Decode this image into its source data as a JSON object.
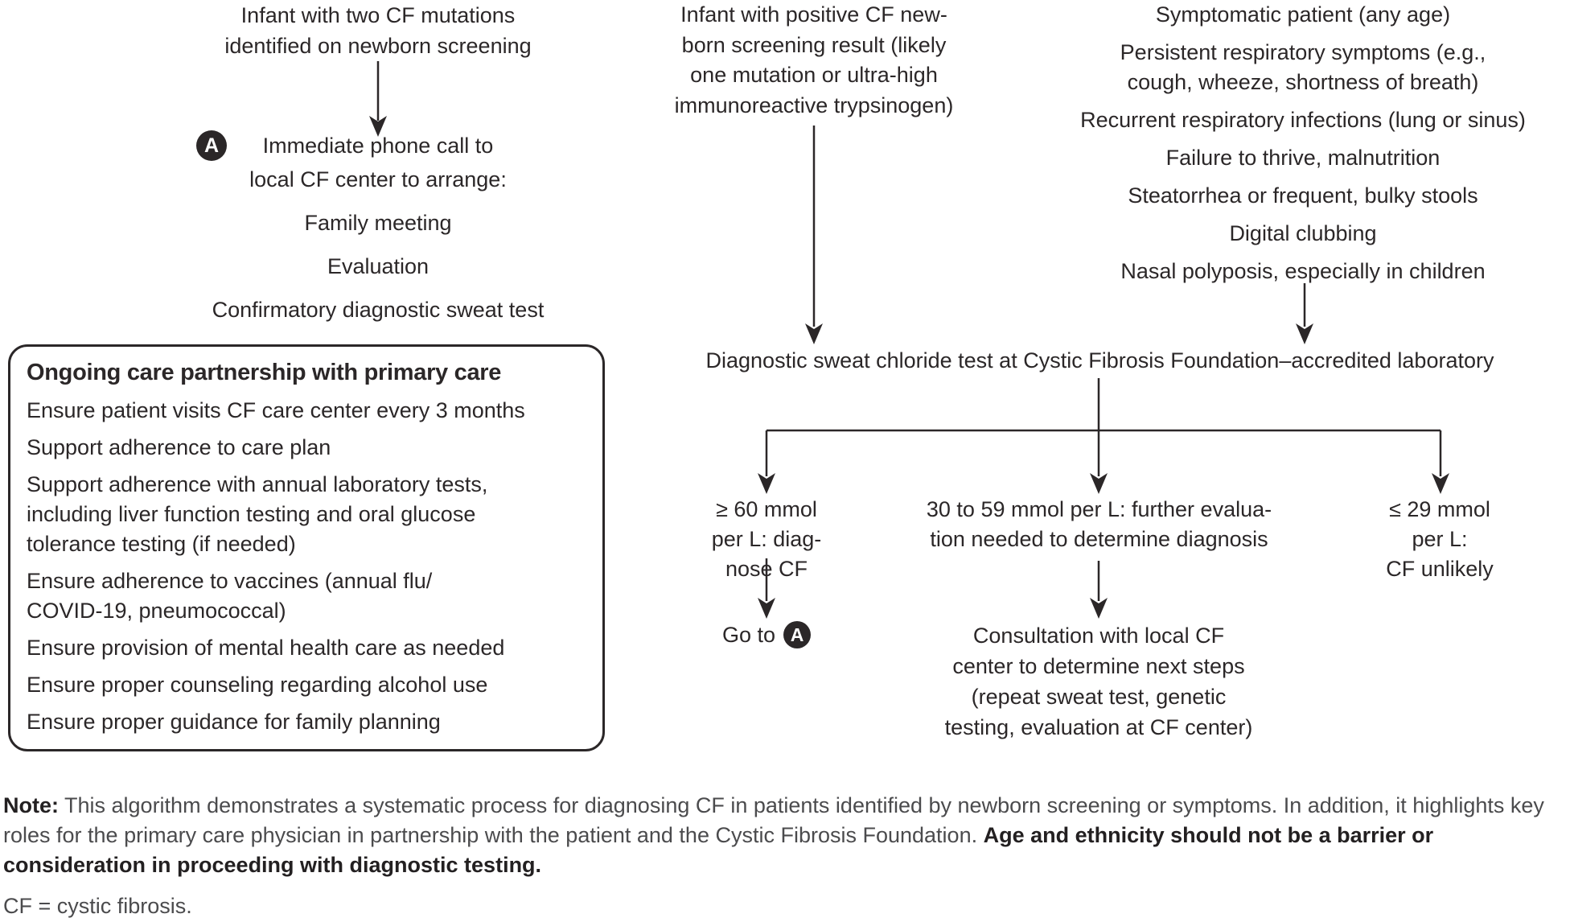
{
  "palette": {
    "ink": "#2b2728",
    "note_gray": "#4b4b4d",
    "background": "#ffffff",
    "badge_bg": "#2b2728",
    "badge_fg": "#ffffff"
  },
  "badge": {
    "label": "A"
  },
  "col_infant_two": {
    "lines": [
      "Infant with two CF mutations",
      "identified on newborn screening"
    ]
  },
  "phone_block": {
    "lines": [
      "Immediate phone call to",
      "local CF center to arrange:"
    ],
    "items": [
      "Family meeting",
      "Evaluation",
      "Confirmatory diagnostic sweat test"
    ]
  },
  "col_infant_positive": {
    "lines": [
      "Infant with positive CF new-",
      "born screening result (likely",
      "one mutation or ultra-high",
      "immunoreactive trypsinogen)"
    ]
  },
  "col_symptomatic": {
    "items": [
      {
        "lines": [
          "Symptomatic patient (any age)"
        ]
      },
      {
        "lines": [
          "Persistent respiratory symptoms (e.g.,",
          "cough, wheeze, shortness of breath)"
        ]
      },
      {
        "lines": [
          "Recurrent respiratory infections (lung or sinus)"
        ]
      },
      {
        "lines": [
          "Failure to thrive, malnutrition"
        ]
      },
      {
        "lines": [
          "Steatorrhea or frequent, bulky stools"
        ]
      },
      {
        "lines": [
          "Digital clubbing"
        ]
      },
      {
        "lines": [
          "Nasal polyposis, especially in children"
        ]
      }
    ]
  },
  "care_box": {
    "title": "Ongoing care partnership with primary care",
    "items": [
      {
        "lines": [
          "Ensure patient visits CF care center every 3 months"
        ]
      },
      {
        "lines": [
          "Support adherence to care plan"
        ]
      },
      {
        "lines": [
          "Support adherence with annual laboratory tests,",
          "including liver function testing and oral glucose",
          "tolerance testing (if needed)"
        ]
      },
      {
        "lines": [
          "Ensure adherence to vaccines (annual flu/",
          "COVID-19, pneumococcal)"
        ]
      },
      {
        "lines": [
          "Ensure provision of mental health care as needed"
        ]
      },
      {
        "lines": [
          "Ensure proper counseling regarding alcohol use"
        ]
      },
      {
        "lines": [
          "Ensure proper guidance for family planning"
        ]
      }
    ]
  },
  "sweat_test": {
    "label": "Diagnostic sweat chloride test at Cystic Fibrosis Foundation–accredited laboratory"
  },
  "branches": {
    "high": {
      "lines": [
        "≥ 60 mmol",
        "per L: diag-",
        "nose CF"
      ]
    },
    "mid": {
      "lines": [
        "30 to 59 mmol per L: further evalua-",
        "tion needed to determine diagnosis"
      ]
    },
    "low": {
      "lines": [
        "≤ 29 mmol",
        "per L:",
        "CF unlikely"
      ]
    }
  },
  "goto_a": {
    "prefix": "Go to"
  },
  "consultation": {
    "lines": [
      "Consultation with local CF",
      "center to determine next steps",
      "(repeat sweat test, genetic",
      "testing, evaluation at CF center)"
    ]
  },
  "note": {
    "label": "Note:",
    "body": " This algorithm demonstrates a systematic process for diagnosing CF in patients identified by newborn screening or symptoms. In addition, it highlights key roles for the primary care physician in partnership with the patient and the Cystic Fibrosis Foundation. ",
    "bold": "Age and ethnicity should not be a barrier or consideration in proceeding with diagnostic testing."
  },
  "footnote": "CF = cystic fibrosis."
}
